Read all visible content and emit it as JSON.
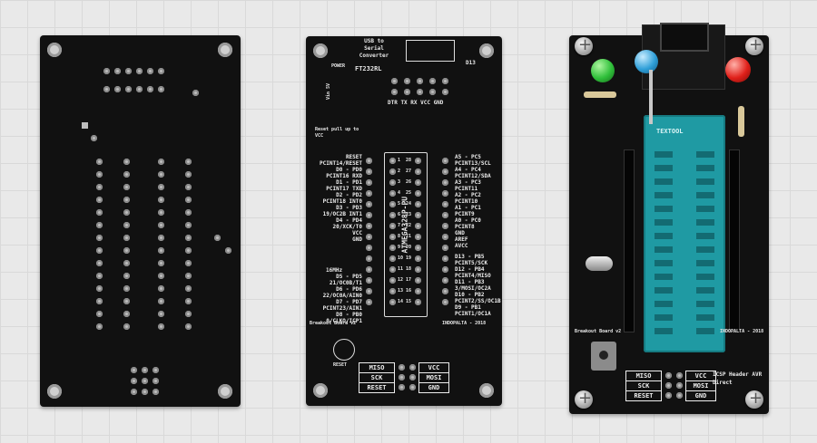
{
  "middle_board": {
    "usb_title": "USB to Serial Converter",
    "chip": "FT232RL",
    "power": "POWER",
    "led": "D13",
    "serial_pins": "DTR TX RX VCC GND",
    "vin": "Vin 5V",
    "reset_pullup": "Reset pull up to VCC",
    "mcu": "ATMEGA328P-PU",
    "crystal": "16MHz",
    "left_pins": [
      "RESET",
      "PCINT14/RESET",
      "D0 - PD0",
      "PCINT16 RXD",
      "D1 - PD1",
      "PCINT17 TXD",
      "D2 - PD2",
      "PCINT18 INT0",
      "D3 - PD3",
      "19/OC2B INT1",
      "D4 - PD4",
      "20/XCK/T0",
      "VCC",
      "GND"
    ],
    "left_pins_lower": [
      "D5 - PD5",
      "21/OC0B/T1",
      "D6 - PD6",
      "22/OC0A/AIN0",
      "D7 - PD7",
      "PCINT23/AIN1",
      "D8 - PB0",
      "0/CLKO/ICP1"
    ],
    "right_pins": [
      "A5 - PC5",
      "PCINT13/SCL",
      "A4 - PC4",
      "PCINT12/SDA",
      "A3 - PC3",
      "PCINT11",
      "A2 - PC2",
      "PCINT10",
      "A1 - PC1",
      "PCINT9",
      "A0 - PC0",
      "PCINT8",
      "GND",
      "AREF",
      "AVCC"
    ],
    "right_pins_lower": [
      "D13 - PB5",
      "PCINT5/SCK",
      "D12 - PB4",
      "PCINT4/MISO",
      "D11 - PB3",
      "3/MOSI/OC2A",
      "D10 - PB2",
      "PCINT2/SS/OC1B",
      "D9 - PB1",
      "PCINT1/OC1A"
    ],
    "footer_left": "Breakout Board v2",
    "footer_right": "INDOPALTA - 2018",
    "reset_button": "RESET",
    "isp_left": [
      "MISO",
      "SCK",
      "RESET"
    ],
    "isp_right": [
      "VCC",
      "MOSI",
      "GND"
    ],
    "pin_numbers_left": [
      "1",
      "2",
      "3",
      "4",
      "5",
      "6",
      "7",
      "8",
      "9",
      "10",
      "11",
      "12",
      "13",
      "14"
    ],
    "pin_numbers_right": [
      "28",
      "27",
      "26",
      "25",
      "24",
      "23",
      "22",
      "21",
      "20",
      "19",
      "18",
      "17",
      "16",
      "15"
    ]
  },
  "right_board": {
    "zif_brand": "TEXTOOL",
    "isp_title": "ICSP Header AVR Direct",
    "isp_left": [
      "MISO",
      "SCK",
      "RESET"
    ],
    "isp_right": [
      "VCC",
      "MOSI",
      "GND"
    ],
    "footer_left": "Breakout Board v2",
    "footer_right": "INDOPALTA - 2018"
  },
  "colors": {
    "pcb": "#111111",
    "zif": "#1f9aa3",
    "led_green": "#2fbf3a",
    "led_red": "#e0201a",
    "led_blue": "#2f9fd8"
  }
}
